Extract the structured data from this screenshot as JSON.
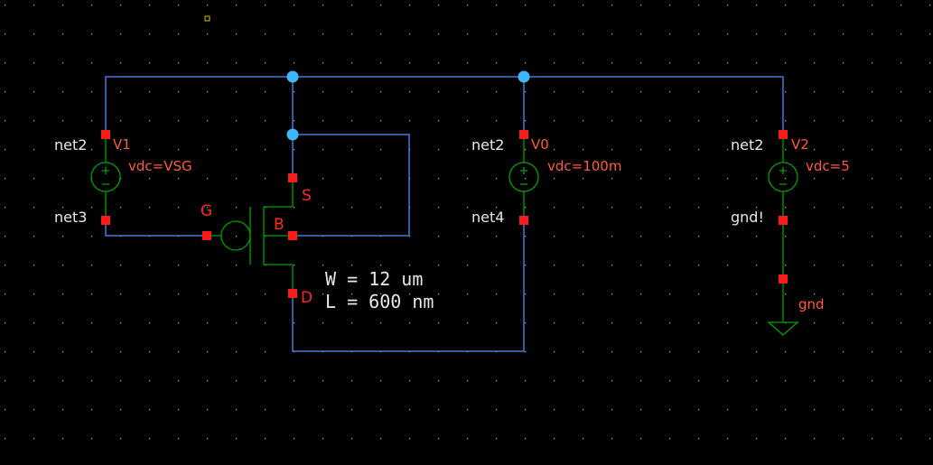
{
  "colors": {
    "background": "#000000",
    "wire": "#4a78d8",
    "junction": "#3fb6ff",
    "pin": "#ff1a1a",
    "symbol": "#00a000",
    "net_label": "#e8e8e8",
    "instance_label": "#ff5a3a",
    "grid_dot": "#b0b0b0",
    "marker": "#d8c200"
  },
  "sources": [
    {
      "name": "V1",
      "param": "vdc=VSG",
      "top_net": "net2",
      "bottom_net": "net3"
    },
    {
      "name": "V0",
      "param": "vdc=100m",
      "top_net": "net2",
      "bottom_net": "net4"
    },
    {
      "name": "V2",
      "param": "vdc=5",
      "top_net": "net2",
      "bottom_net": "gnd!"
    }
  ],
  "transistor": {
    "pins": {
      "gate": "G",
      "source": "S",
      "bulk": "B",
      "drain": "D"
    },
    "width": "W = 12 um",
    "length": "L = 600 nm"
  },
  "ground": {
    "label": "gnd"
  }
}
